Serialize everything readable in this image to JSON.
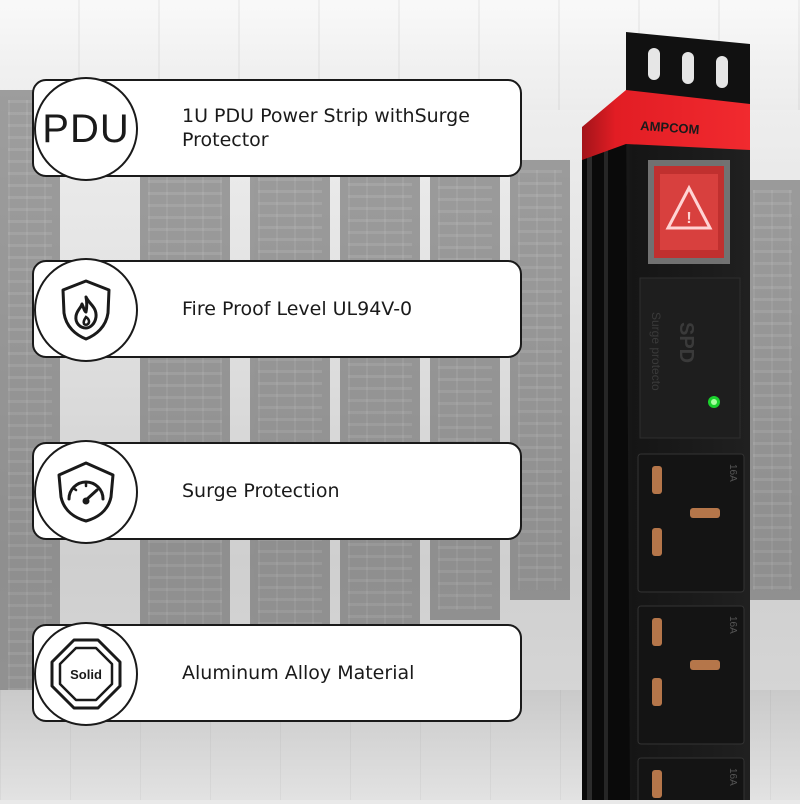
{
  "features": [
    {
      "icon": "pdu-text-icon",
      "icon_text": "PDU",
      "label": "1U PDU Power Strip withSurge Protector"
    },
    {
      "icon": "fire-shield-icon",
      "label": "Fire Proof Level UL94V-0"
    },
    {
      "icon": "gauge-shield-icon",
      "label": "Surge Protection"
    },
    {
      "icon": "solid-octagon-icon",
      "icon_text": "Solid",
      "label": "Aluminum Alloy Material"
    }
  ],
  "product": {
    "brand": "AMPCOM",
    "module_label": "SPD",
    "module_sublabel": "Surge protecto",
    "socket_rating": "16A"
  },
  "colors": {
    "accent": "#e21d24",
    "card_border": "#1a1a1a",
    "strip": "#1b1b1b"
  }
}
